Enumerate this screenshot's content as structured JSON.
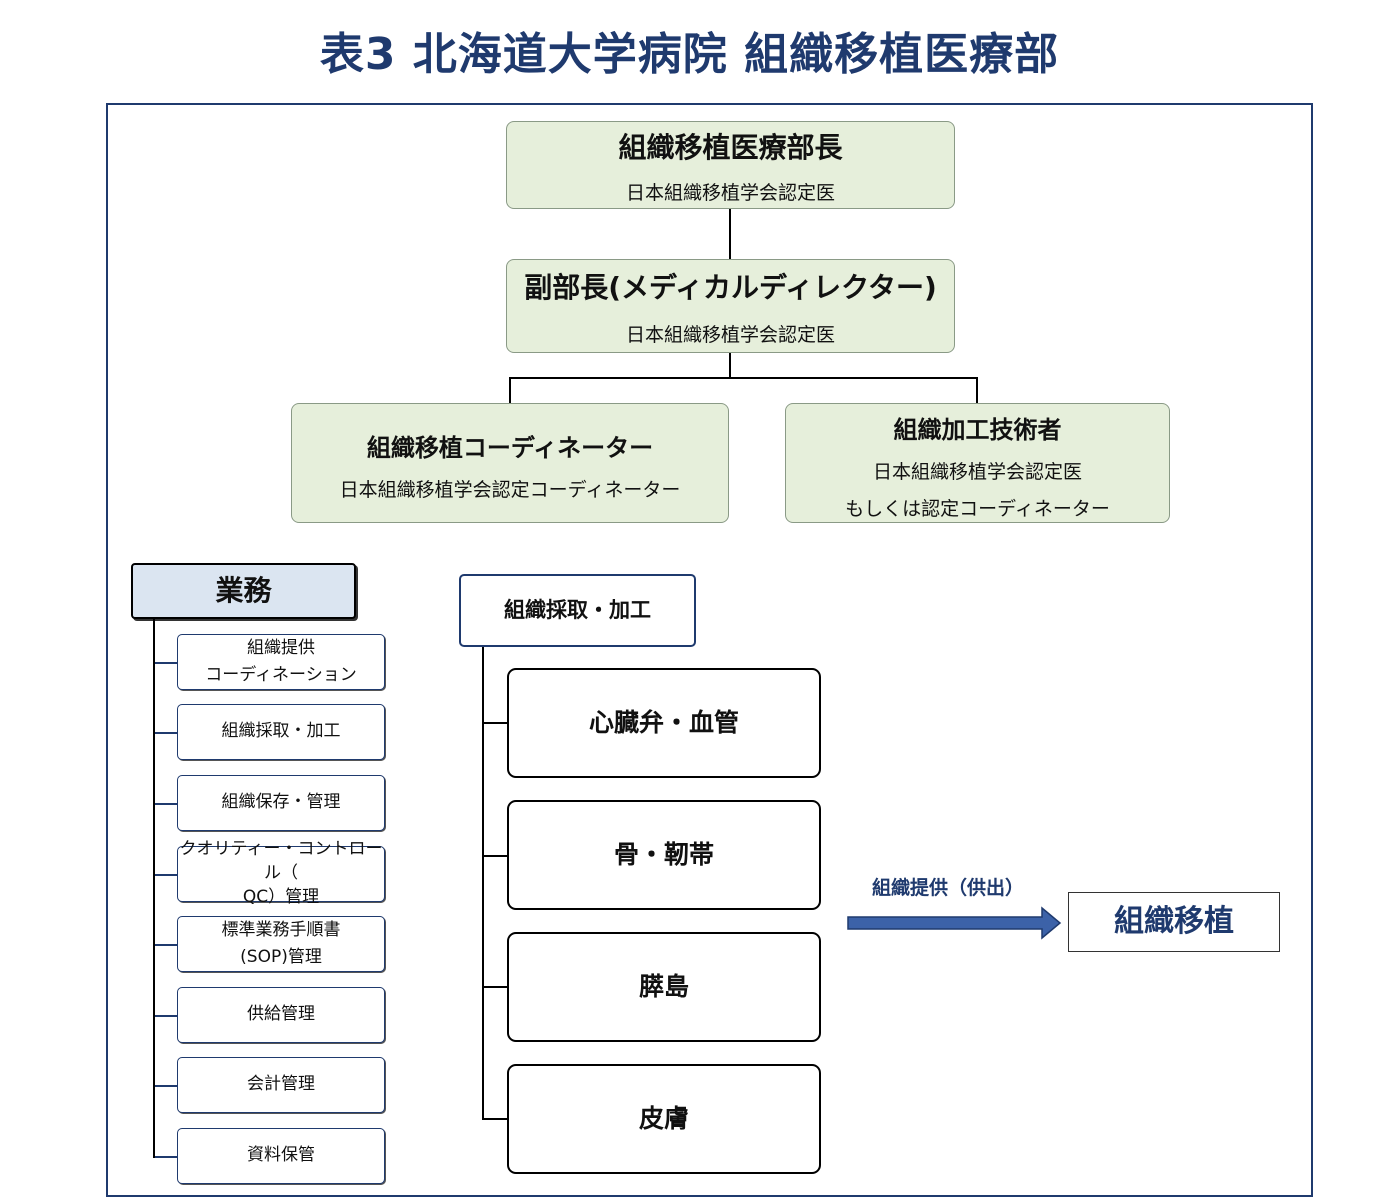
{
  "title": "表3 北海道大学病院 組織移植医療部",
  "org": {
    "head": {
      "title": "組織移植医療部長",
      "sub": "日本組織移植学会認定医"
    },
    "deputy": {
      "title": "副部長(メディカルディレクター)",
      "sub": "日本組織移植学会認定医"
    },
    "coordinator": {
      "title": "組織移植コーディネーター",
      "sub": "日本組織移植学会認定コーディネーター"
    },
    "technician": {
      "title": "組織加工技術者",
      "sub1": "日本組織移植学会認定医",
      "sub2": "もしくは認定コーディネーター"
    }
  },
  "duties": {
    "heading": "業務",
    "items": [
      [
        "組織提供",
        "コーディネーション"
      ],
      [
        "組織採取・加工"
      ],
      [
        "組織保存・管理"
      ],
      [
        "クオリティー・コントロール（",
        "QC）管理"
      ],
      [
        "標準業務手順書",
        "(SOP)管理"
      ],
      [
        "供給管理"
      ],
      [
        "会計管理"
      ],
      [
        "資料保管"
      ]
    ]
  },
  "procurement": {
    "heading": "組織採取・加工",
    "items": [
      "心臓弁・血管",
      "骨・靭帯",
      "膵島",
      "皮膚"
    ]
  },
  "supply": {
    "label": "組織提供（供出）",
    "destination": "組織移植"
  },
  "colors": {
    "accent": "#1f3a6e",
    "box_fill": "#e6efdb",
    "duties_fill": "#dbe5f1"
  }
}
